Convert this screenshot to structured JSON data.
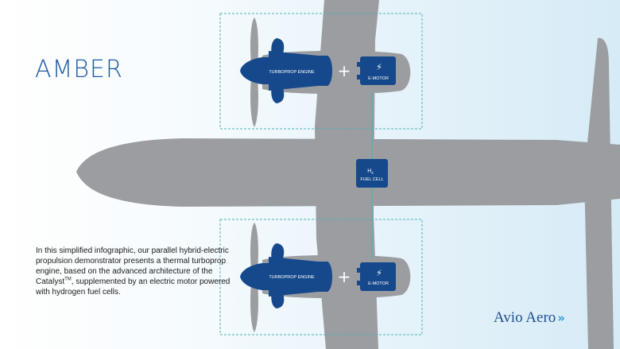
{
  "title": "AMBER",
  "description": {
    "part1": "In this simplified infographic, our parallel hybrid-electric propulsion demonstrator presents a thermal turboprop engine, based on the advanced architecture of the Catalyst",
    "trademark": "TM",
    "part2": ", supplemented by an electric motor powered with hydrogen fuel cells."
  },
  "labels": {
    "turboprop_top": "TURBOPROP ENGINE",
    "turboprop_bottom": "TURBOPROP ENGINE",
    "emotor_top": "E-MOTOR",
    "emotor_bottom": "E-MOTOR",
    "plus_top": "+",
    "plus_bottom": "+",
    "fuel_cell_h": "H",
    "fuel_cell_sub": "2",
    "fuel_cell": "FUEL CELL",
    "bolt_top": "⚡",
    "bolt_bottom": "⚡"
  },
  "logo": {
    "text": "Avio Aero",
    "chevrons": "»"
  },
  "colors": {
    "aircraft_gray": "#9b9da1",
    "component_blue": "#16498b",
    "dash_teal": "#4fb3b3",
    "title_blue": "#1f5aa0"
  }
}
